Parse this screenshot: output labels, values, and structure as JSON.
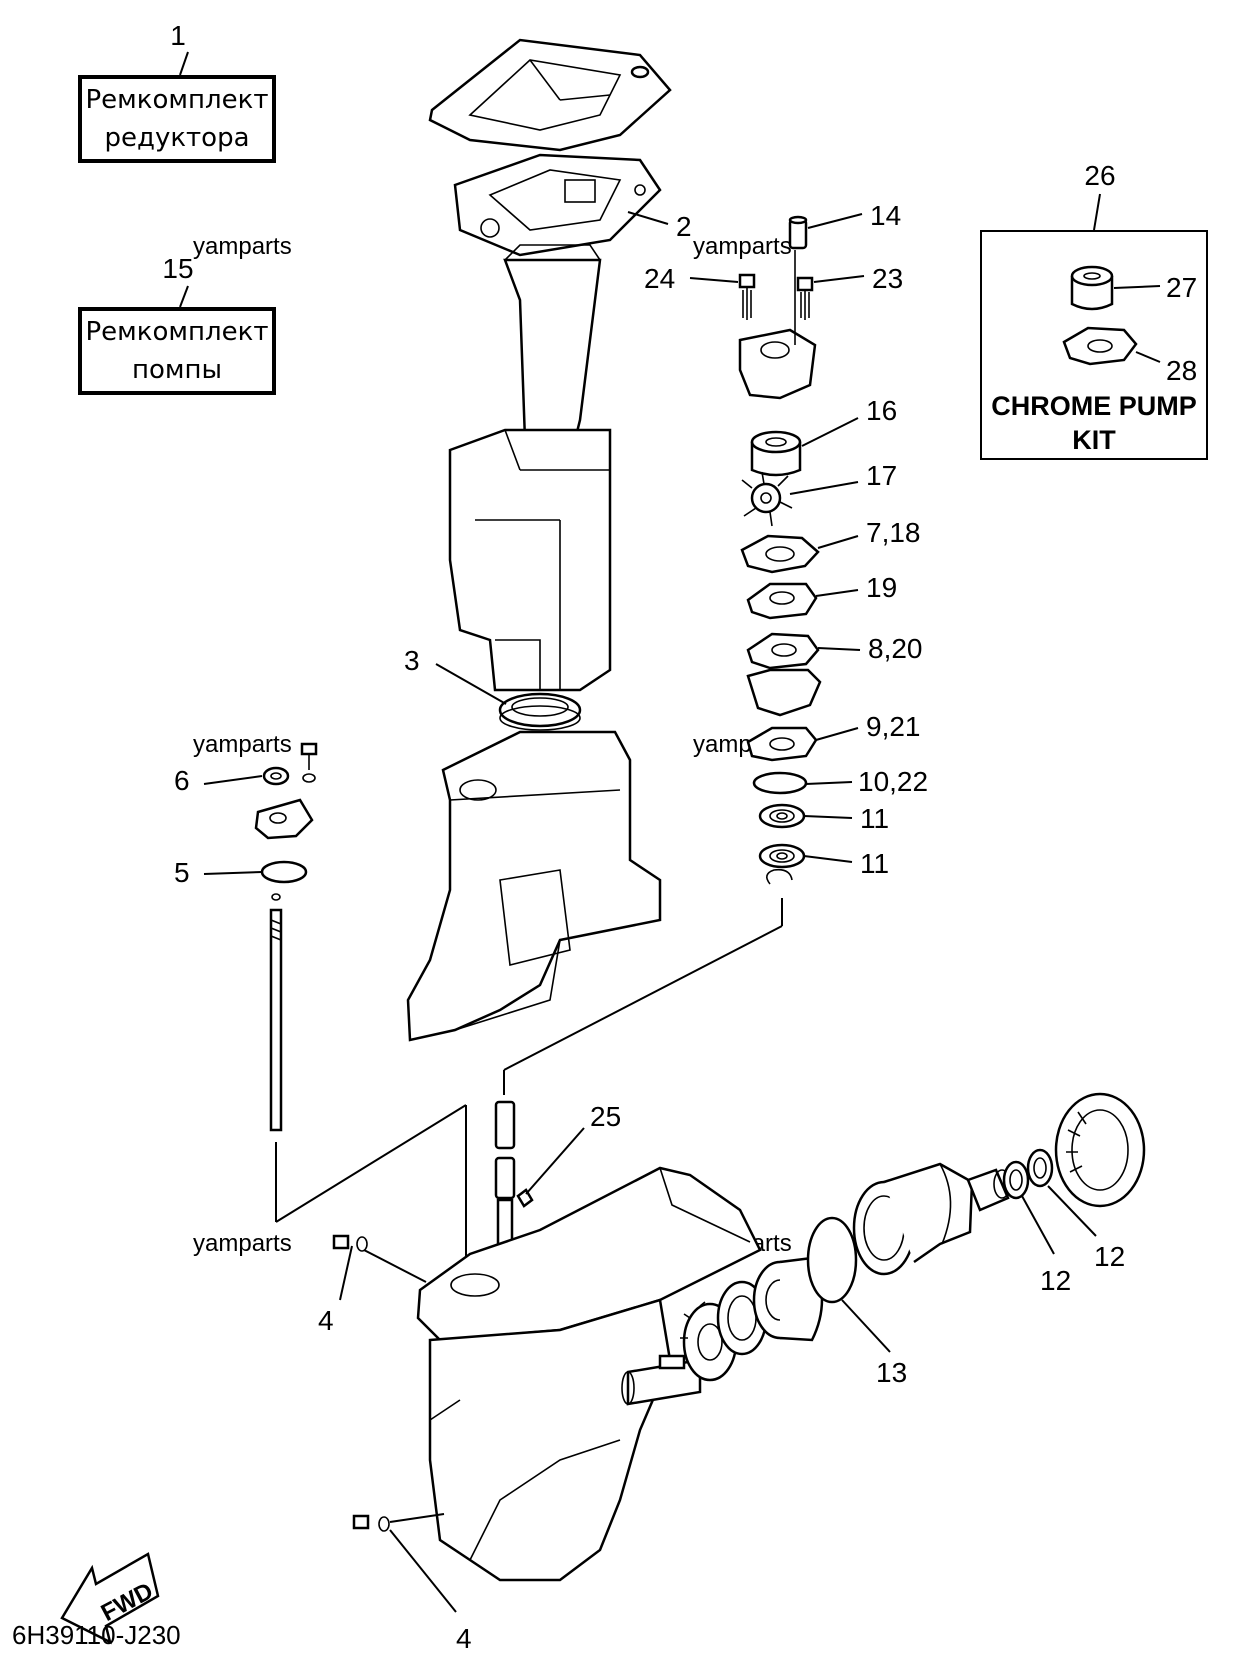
{
  "kits": {
    "gear_kit": {
      "number": "1",
      "line1": "Ремкомплект",
      "line2": "редуктора"
    },
    "pump_kit": {
      "number": "15",
      "line1": "Ремкомплект",
      "line2": "помпы"
    },
    "chrome_kit": {
      "number": "26",
      "title_line1": "CHROME PUMP",
      "title_line2": "KIT"
    }
  },
  "labels": {
    "p2": "2",
    "p3": "3",
    "p4a": "4",
    "p4b": "4",
    "p5": "5",
    "p6": "6",
    "p7_18": "7,18",
    "p8_20": "8,20",
    "p9_21": "9,21",
    "p10_22": "10,22",
    "p11a": "11",
    "p11b": "11",
    "p12a": "12",
    "p12b": "12",
    "p13": "13",
    "p14": "14",
    "p16": "16",
    "p17": "17",
    "p19": "19",
    "p23": "23",
    "p24": "24",
    "p25": "25",
    "p27": "27",
    "p28": "28"
  },
  "watermarks": [
    "yamparts",
    "yamparts",
    "yamparts",
    "yamparts",
    "yamparts",
    "yamparts"
  ],
  "fwd_label": "FWD",
  "drawing_code": "6H39110-J230"
}
